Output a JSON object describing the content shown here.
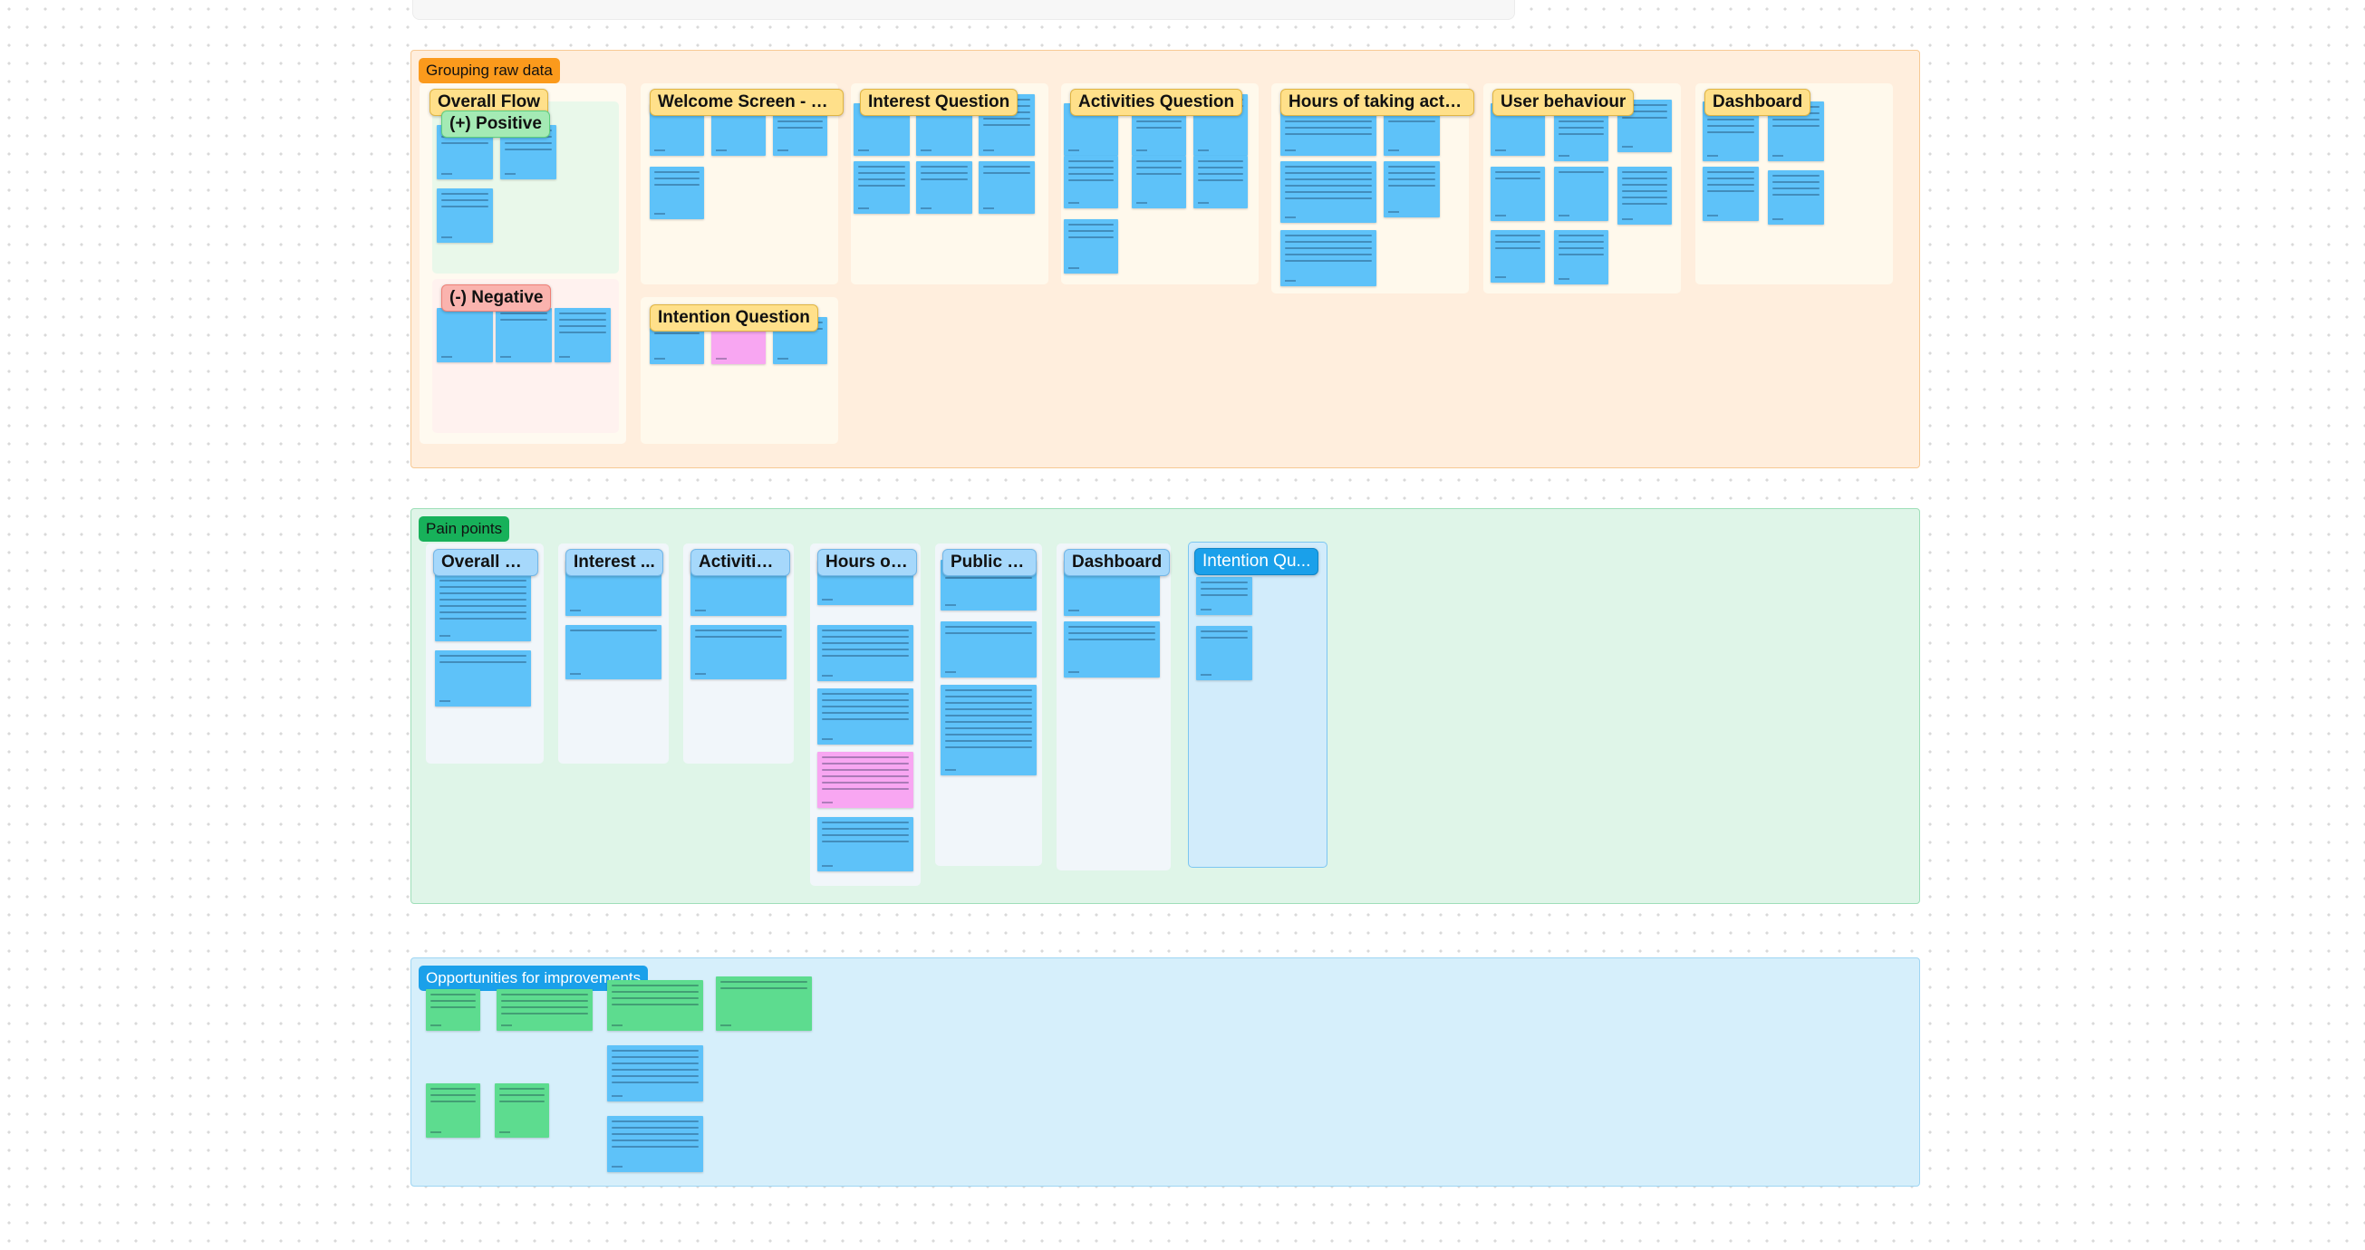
{
  "sections": {
    "grouping": {
      "label": "Grouping raw data",
      "frames": {
        "overall_flow": "Overall Flow",
        "positive": "(+) Positive",
        "negative": "(-) Negative",
        "welcome": "Welcome Screen - Br...",
        "intention": "Intention Question",
        "interest": "Interest Question",
        "activities": "Activities Question",
        "hours": "Hours of taking actio...",
        "user_behaviour": "User behaviour",
        "dashboard": "Dashboard"
      }
    },
    "pain_points": {
      "label": "Pain points",
      "frames": {
        "overall_flow": "Overall Flo...",
        "interest": "Interest ...",
        "activities": "Activities...",
        "hours": "Hours of ...",
        "public": "Public S...",
        "dashboard": "Dashboard",
        "intention": "Intention Qu..."
      }
    },
    "opportunities": {
      "label": "Opportunities for improvements"
    }
  },
  "colors": {
    "grouping_bg": "#ffeedd",
    "grouping_tag": "#fb9a1c",
    "pain_bg": "#dff5e8",
    "pain_tag": "#17b15a",
    "opp_bg": "#d6effb",
    "opp_tag": "#1aa0ea",
    "sticky_blue": "#5ec2f9",
    "sticky_pink": "#f8a6f2",
    "sticky_green": "#5ddc8f"
  }
}
